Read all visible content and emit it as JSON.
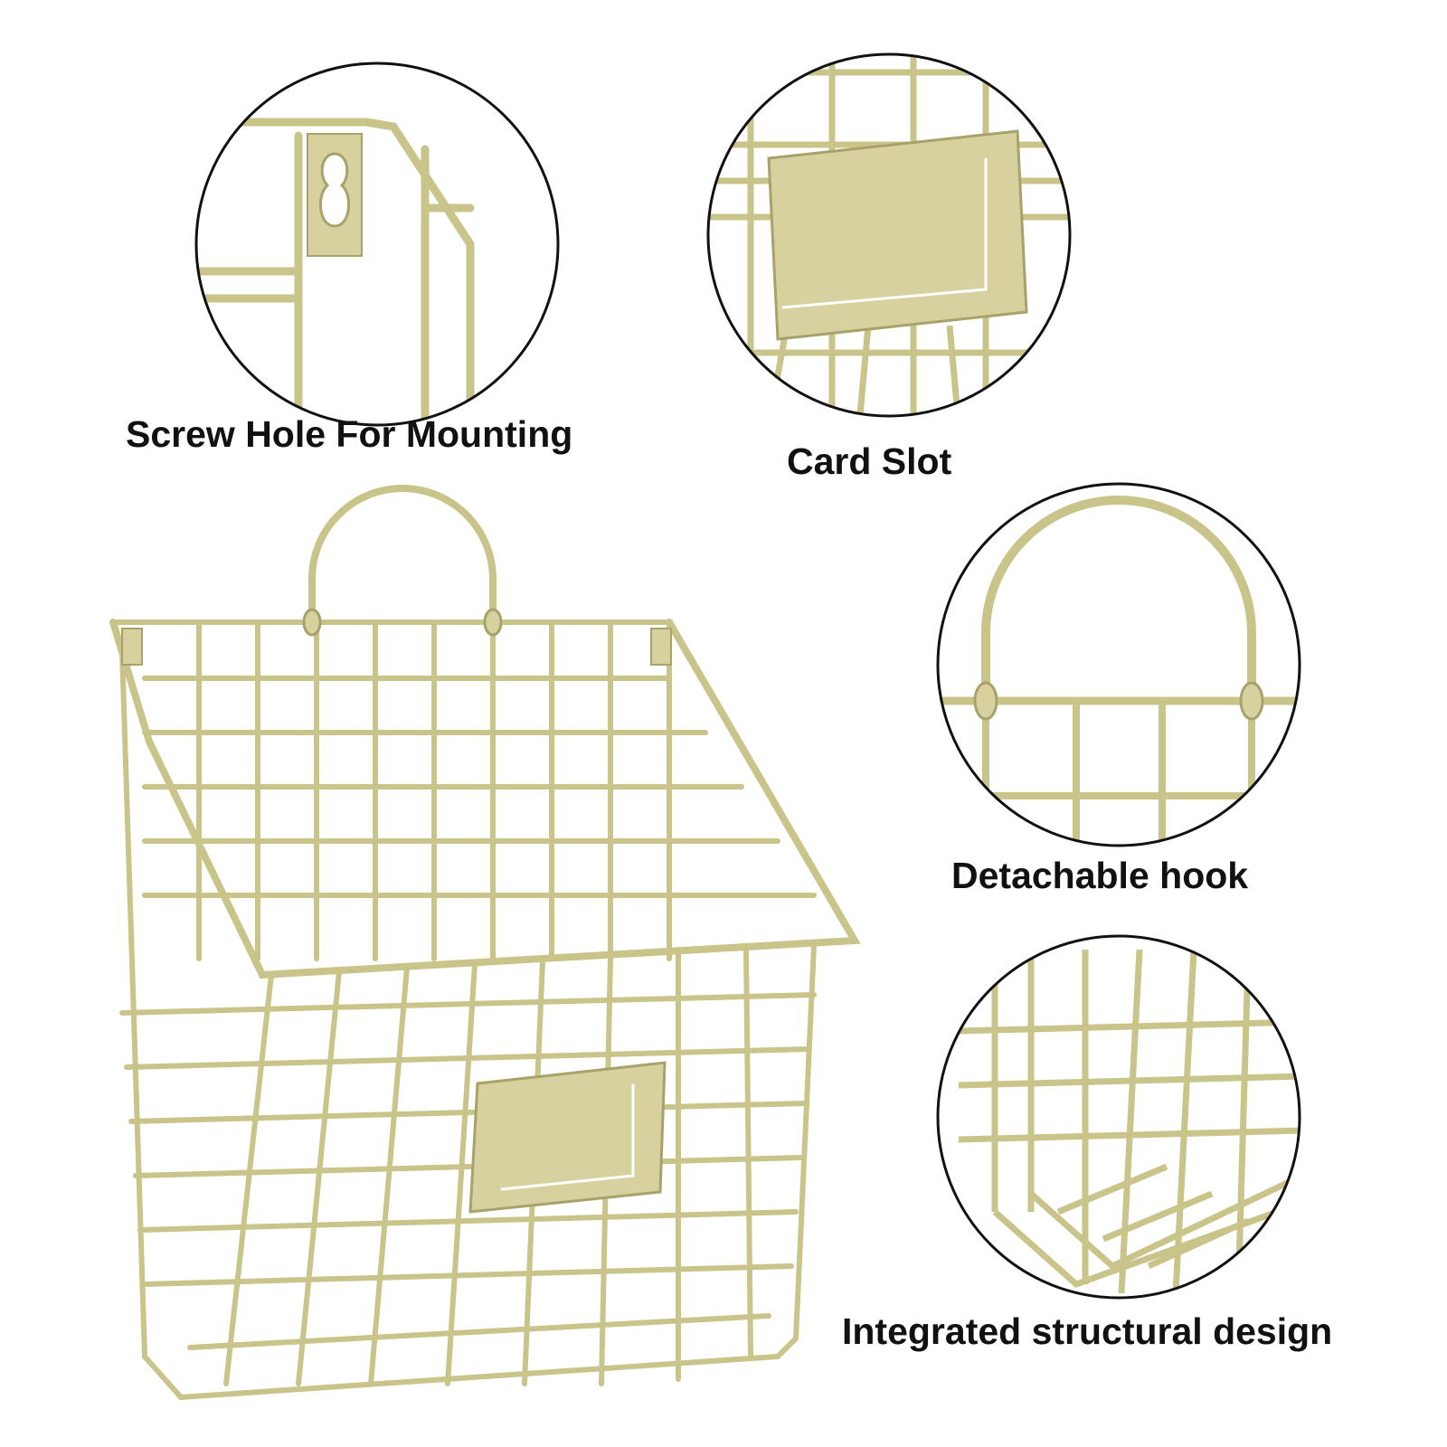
{
  "captions": {
    "screw_hole": "Screw Hole For Mounting",
    "card_slot": "Card Slot",
    "hook": "Detachable hook",
    "structure": "Integrated structural design"
  },
  "colors": {
    "wire": "#c9c48a",
    "wire_dark": "#a8a26a",
    "plate": "#d6d19e",
    "circle": "#111111",
    "background": "#ffffff"
  }
}
